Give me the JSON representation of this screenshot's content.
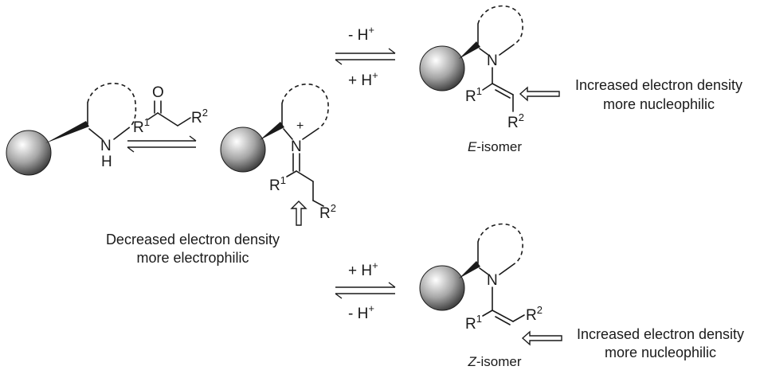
{
  "atoms": {
    "oxygen": "O",
    "nitrogen": "N",
    "hydrogen": "H",
    "r": "R",
    "one": "1",
    "two": "2",
    "plus_charge": "+"
  },
  "equilibria": {
    "minus_proton": "- H",
    "plus_proton": "+ H",
    "proton_charge": "+"
  },
  "annotations": {
    "decreased_line1": "Decreased electron density",
    "decreased_line2": "more electrophilic",
    "increased_line1": "Increased electron density",
    "increased_line2": "more nucleophilic"
  },
  "isomers": {
    "e_letter": "E",
    "z_letter": "Z",
    "suffix": "-isomer"
  },
  "colors": {
    "ink": "#1a1a1a",
    "sphere_highlight": "#ffffff",
    "sphere_mid": "#a6a6a6",
    "sphere_shadow": "#3c3c3c"
  }
}
